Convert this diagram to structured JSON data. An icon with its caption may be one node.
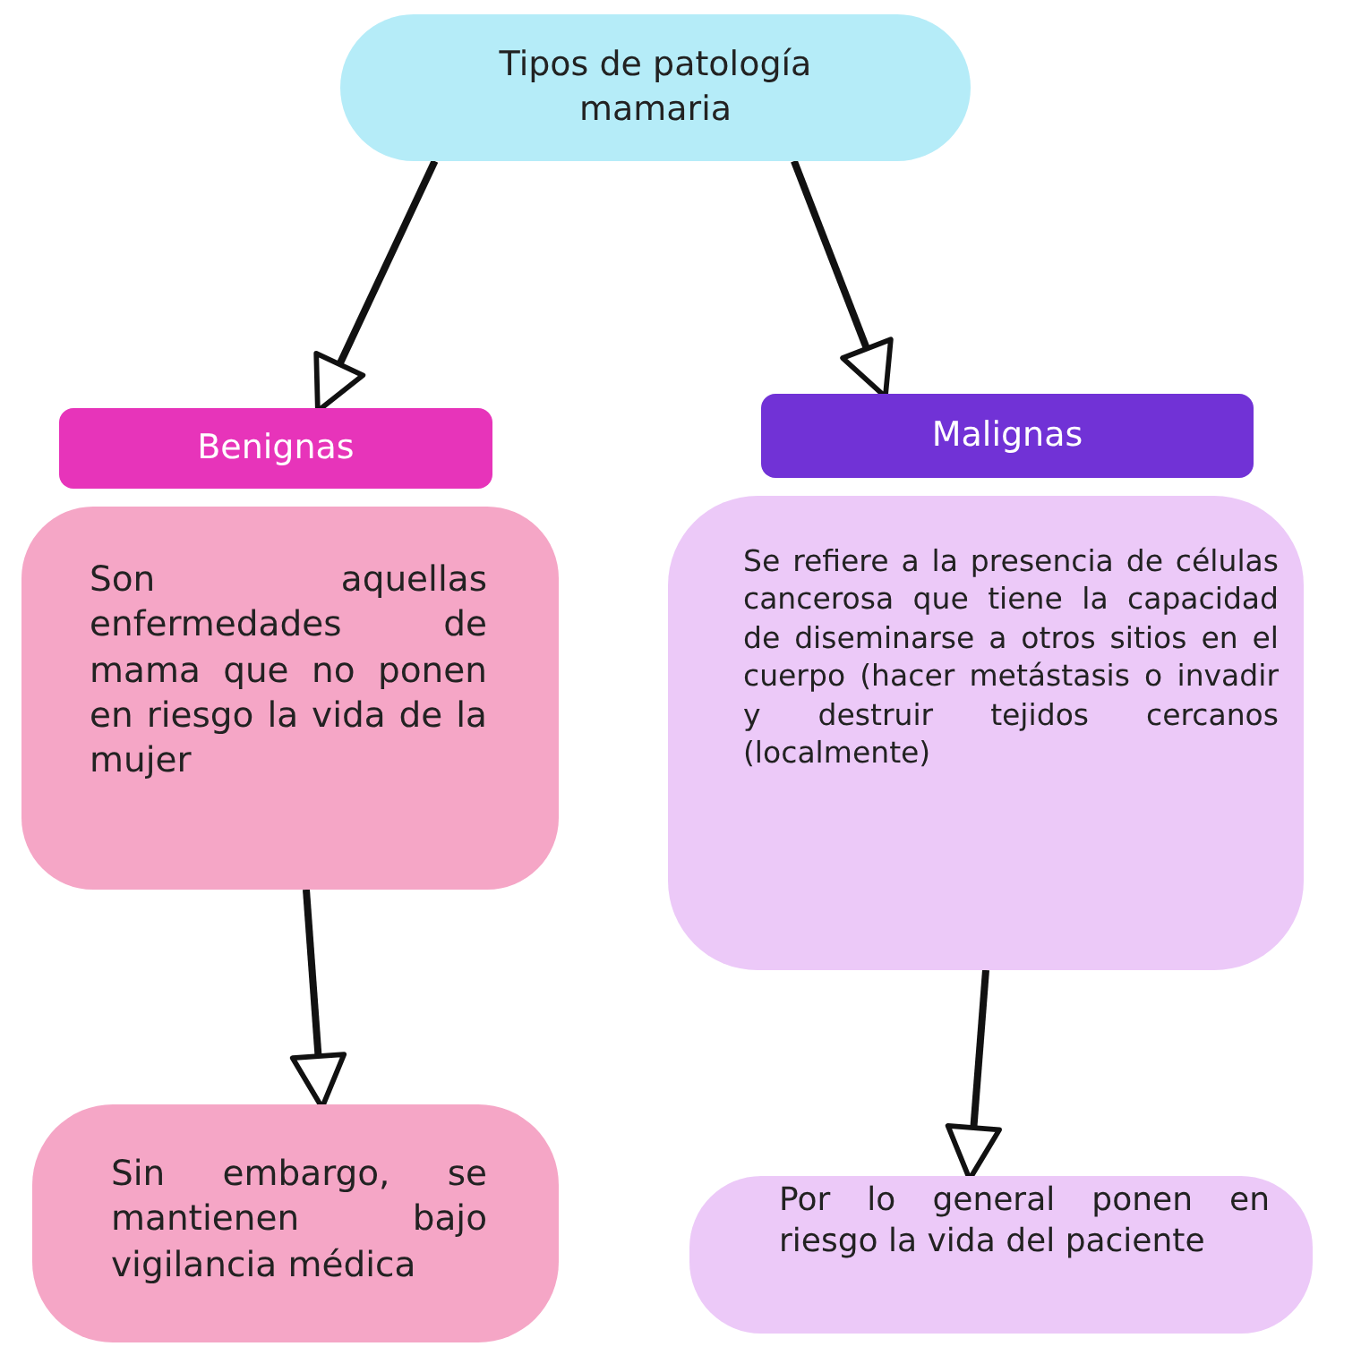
{
  "diagram": {
    "nodes": [
      {
        "text": [
          "Tipos de patología mamaria"
        ]
      },
      {
        "text": [
          "Benignas"
        ]
      },
      {
        "text": [
          "Son aquellas enfermedades de mama que no ponen en riesgo la vida de la mujer"
        ]
      },
      {
        "text": [
          "Malignas"
        ]
      },
      {
        "text": [
          "Se refiere a la presencia de células cancerosa que tiene la capacidad de diseminarse a otros sitios en el cuerpo (hacer metástasis o invadir y destruir tejidos cercanos (localmente)"
        ]
      },
      {
        "text": [
          "Sin embargo, se mantienen bajo vigilancia médica"
        ]
      },
      {
        "text": [
          "Por lo general ponen en riesgo la vida del paciente"
        ]
      }
    ],
    "edges": [
      {
        "from": 0,
        "to": 1,
        "arrow": "to"
      },
      {
        "from": 0,
        "to": 3,
        "arrow": "to"
      },
      {
        "from": 2,
        "to": 5,
        "arrow": "to"
      },
      {
        "from": 4,
        "to": 6,
        "arrow": "to"
      }
    ]
  }
}
